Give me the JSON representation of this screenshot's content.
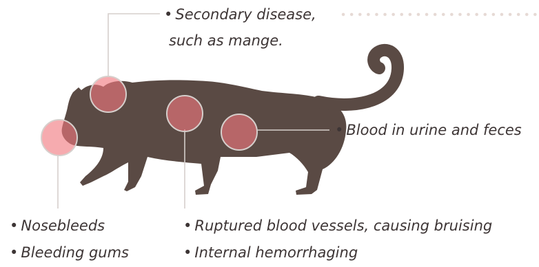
{
  "annotations": {
    "secondary_disease": {
      "bullet": "•",
      "line1": "Secondary disease,",
      "line2": "such as mange."
    },
    "blood_urine": {
      "bullet": "•",
      "text": "Blood in urine and feces"
    },
    "nosebleeds": {
      "bullet": "•",
      "text": "Nosebleeds"
    },
    "bleeding_gums": {
      "bullet": "•",
      "text": "Bleeding gums"
    },
    "ruptured_vessels": {
      "bullet": "•",
      "text": "Ruptured blood vessels, causing bruising"
    },
    "internal_hemorrhaging": {
      "bullet": "•",
      "text": "Internal hemorrhaging"
    }
  },
  "colors": {
    "cat_body": "#5a4a44",
    "highlight_fill": "#f0787e",
    "highlight_stroke": "#d6cfcc",
    "leader_line": "#d6cfcc",
    "dotted_leader": "#e6dad5",
    "text": "#3d3535"
  },
  "icons": {
    "animal": "cat-silhouette-icon",
    "spot": "symptom-highlight-icon"
  }
}
